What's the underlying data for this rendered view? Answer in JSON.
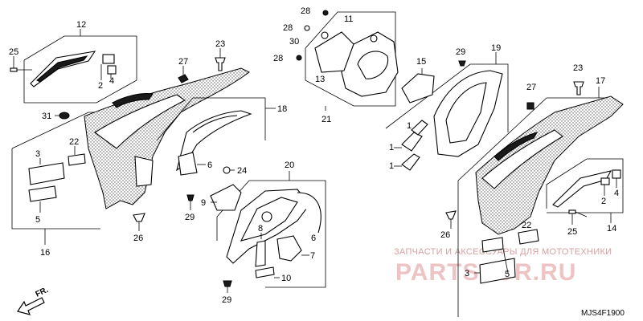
{
  "diagram": {
    "code": "MJS4F1900",
    "direction_label": "FR.",
    "watermark": {
      "top_text": "ЗАПЧАСТИ И АКСЕССУАРЫ ДЛЯ МОТОТЕХНИКИ",
      "brand_text": "PARTSFOR.RU"
    },
    "callouts": [
      {
        "id": "c12",
        "label": "12"
      },
      {
        "id": "c25a",
        "label": "25"
      },
      {
        "id": "c2a",
        "label": "2"
      },
      {
        "id": "c4a",
        "label": "4"
      },
      {
        "id": "c31",
        "label": "31"
      },
      {
        "id": "c27a",
        "label": "27"
      },
      {
        "id": "c23a",
        "label": "23"
      },
      {
        "id": "c18",
        "label": "18"
      },
      {
        "id": "c3a",
        "label": "3"
      },
      {
        "id": "c22a",
        "label": "22"
      },
      {
        "id": "c5a",
        "label": "5"
      },
      {
        "id": "c16",
        "label": "16"
      },
      {
        "id": "c6a",
        "label": "6"
      },
      {
        "id": "c24",
        "label": "24"
      },
      {
        "id": "c9",
        "label": "9"
      },
      {
        "id": "c29a",
        "label": "29"
      },
      {
        "id": "c26a",
        "label": "26"
      },
      {
        "id": "c20",
        "label": "20"
      },
      {
        "id": "c6b",
        "label": "6"
      },
      {
        "id": "c8",
        "label": "8"
      },
      {
        "id": "c7",
        "label": "7"
      },
      {
        "id": "c10",
        "label": "10"
      },
      {
        "id": "c29b",
        "label": "29"
      },
      {
        "id": "c28a",
        "label": "28"
      },
      {
        "id": "c11",
        "label": "11"
      },
      {
        "id": "c28b",
        "label": "28"
      },
      {
        "id": "c30",
        "label": "30"
      },
      {
        "id": "c28c",
        "label": "28"
      },
      {
        "id": "c13",
        "label": "13"
      },
      {
        "id": "c21",
        "label": "21"
      },
      {
        "id": "c15",
        "label": "15"
      },
      {
        "id": "c29c",
        "label": "29"
      },
      {
        "id": "c19",
        "label": "19"
      },
      {
        "id": "c1a",
        "label": "1"
      },
      {
        "id": "c1b",
        "label": "1"
      },
      {
        "id": "c1c",
        "label": "1"
      },
      {
        "id": "c23b",
        "label": "23"
      },
      {
        "id": "c17",
        "label": "17"
      },
      {
        "id": "c27b",
        "label": "27"
      },
      {
        "id": "c2b",
        "label": "2"
      },
      {
        "id": "c4b",
        "label": "4"
      },
      {
        "id": "c26b",
        "label": "26"
      },
      {
        "id": "c22b",
        "label": "22"
      },
      {
        "id": "c25b",
        "label": "25"
      },
      {
        "id": "c14",
        "label": "14"
      },
      {
        "id": "c3b",
        "label": "3"
      },
      {
        "id": "c5b",
        "label": "5"
      }
    ]
  }
}
